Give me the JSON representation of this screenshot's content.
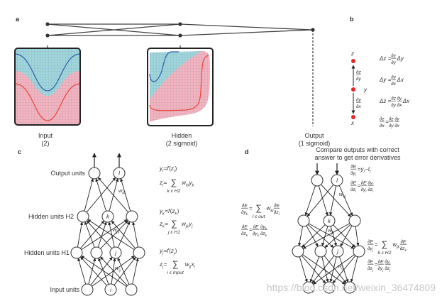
{
  "panels": {
    "a": "a",
    "b": "b",
    "c": "c",
    "d": "d"
  },
  "colors": {
    "blue_region": "#9fd6dc",
    "pink_region": "#f4b3bf",
    "blue_curve": "#2f5fae",
    "red_curve": "#e8453c",
    "node_red": "#e8252a",
    "line": "#333333"
  },
  "panel_a": {
    "input_label": "Input",
    "input_sub": "(2)",
    "hidden_label": "Hidden",
    "hidden_sub": "(2 sigmoid)",
    "output_label": "Output",
    "output_sub": "(1 sigmoid)"
  },
  "panel_b": {
    "nodes": [
      "z",
      "y",
      "x"
    ],
    "equations": [
      [
        "Δz = ",
        {
          "n": [
            "∂z"
          ],
          "d": [
            "∂y"
          ]
        },
        " Δy"
      ],
      [
        "Δy = ",
        {
          "n": [
            "∂y"
          ],
          "d": [
            "∂x"
          ]
        },
        " Δx"
      ],
      [
        "Δz = ",
        {
          "n": [
            "∂z"
          ],
          "d": [
            "∂y"
          ]
        },
        {
          "n": [
            "∂y"
          ],
          "d": [
            "∂x"
          ]
        },
        " Δx"
      ],
      [
        {
          "n": [
            "∂z"
          ],
          "d": [
            "∂x"
          ]
        },
        " = ",
        {
          "n": [
            "∂z"
          ],
          "d": [
            "∂y"
          ]
        },
        {
          "n": [
            "∂y"
          ],
          "d": [
            "∂x"
          ]
        }
      ]
    ],
    "edge_labels": [
      [
        {
          "n": [
            "∂z"
          ],
          "d": [
            "∂y"
          ]
        }
      ],
      [
        {
          "n": [
            "∂y"
          ],
          "d": [
            "∂x"
          ]
        }
      ]
    ]
  },
  "panel_c": {
    "layer_labels": [
      "Output units",
      "Hidden units H2",
      "Hidden units H1",
      "Input units"
    ],
    "node_labels": {
      "l": "l",
      "k": "k",
      "j": "j",
      "i": "i"
    },
    "weights": [
      {
        "v": "w",
        "s": "kl"
      },
      {
        "v": "w",
        "s": "jk"
      },
      {
        "v": "w",
        "s": "ij"
      }
    ],
    "equations": [
      [
        {
          "v": "y",
          "s": "l"
        },
        " = ",
        {
          "v": "f"
        },
        "(",
        {
          "v": "z",
          "s": "l"
        },
        ")"
      ],
      [
        {
          "v": "z",
          "s": "l"
        },
        " = ",
        {
          "sum": "k ε H2"
        },
        {
          "v": "w",
          "s": "kl"
        },
        " ",
        {
          "v": "y",
          "s": "k"
        }
      ],
      [
        {
          "v": "y",
          "s": "k"
        },
        " = ",
        {
          "v": "f"
        },
        "(",
        {
          "v": "z",
          "s": "k"
        },
        ")"
      ],
      [
        {
          "v": "z",
          "s": "k"
        },
        " = ",
        {
          "sum": "j ε H1"
        },
        {
          "v": "w",
          "s": "jk"
        },
        " ",
        {
          "v": "y",
          "s": "j"
        }
      ],
      [
        {
          "v": "y",
          "s": "j"
        },
        " = ",
        {
          "v": "f"
        },
        "(",
        {
          "v": "z",
          "s": "j"
        },
        ")"
      ],
      [
        {
          "v": "z",
          "s": "j"
        },
        " = ",
        {
          "sum": "i ε Input"
        },
        {
          "v": "w",
          "s": "ij"
        },
        " ",
        {
          "v": "x",
          "s": "i"
        }
      ]
    ]
  },
  "panel_d": {
    "caption_line1": "Compare outputs with correct",
    "caption_line2": "answer to get error derivatives",
    "node_labels": {
      "l": "l",
      "k": "k",
      "j": "j"
    },
    "weights": [
      {
        "v": "w",
        "s": "kl"
      },
      {
        "v": "w",
        "s": "jk"
      },
      {
        "v": "w",
        "s": "ij"
      }
    ],
    "equations": [
      [
        {
          "n": [
            "∂E"
          ],
          "d": [
            "∂",
            {
              "v": "y",
              "s": "l"
            }
          ]
        },
        " = ",
        {
          "v": "y",
          "s": "l"
        },
        " − ",
        {
          "v": "t",
          "s": "l"
        }
      ],
      [
        {
          "n": [
            "∂E"
          ],
          "d": [
            "∂",
            {
              "v": "z",
              "s": "l"
            }
          ]
        },
        " = ",
        {
          "n": [
            "∂E"
          ],
          "d": [
            "∂",
            {
              "v": "y",
              "s": "l"
            }
          ]
        },
        {
          "n": [
            "∂",
            {
              "v": "y",
              "s": "l"
            }
          ],
          "d": [
            "∂",
            {
              "v": "z",
              "s": "l"
            }
          ]
        }
      ],
      [
        {
          "n": [
            "∂E"
          ],
          "d": [
            "∂",
            {
              "v": "y",
              "s": "k"
            }
          ]
        },
        " = ",
        {
          "sum": "l ε out"
        },
        {
          "v": "w",
          "s": "kl"
        },
        " ",
        {
          "n": [
            "∂E"
          ],
          "d": [
            "∂",
            {
              "v": "z",
              "s": "l"
            }
          ]
        }
      ],
      [
        {
          "n": [
            "∂E"
          ],
          "d": [
            "∂",
            {
              "v": "z",
              "s": "k"
            }
          ]
        },
        " = ",
        {
          "n": [
            "∂E"
          ],
          "d": [
            "∂",
            {
              "v": "y",
              "s": "k"
            }
          ]
        },
        {
          "n": [
            "∂",
            {
              "v": "y",
              "s": "k"
            }
          ],
          "d": [
            "∂",
            {
              "v": "z",
              "s": "k"
            }
          ]
        }
      ],
      [
        {
          "n": [
            "∂E"
          ],
          "d": [
            "∂",
            {
              "v": "y",
              "s": "j"
            }
          ]
        },
        " = ",
        {
          "sum": "k ε H2"
        },
        {
          "v": "w",
          "s": "jk"
        },
        " ",
        {
          "n": [
            "∂E"
          ],
          "d": [
            "∂",
            {
              "v": "z",
              "s": "k"
            }
          ]
        }
      ],
      [
        {
          "n": [
            "∂E"
          ],
          "d": [
            "∂",
            {
              "v": "z",
              "s": "j"
            }
          ]
        },
        " = ",
        {
          "n": [
            "∂E"
          ],
          "d": [
            "∂",
            {
              "v": "y",
              "s": "j"
            }
          ]
        },
        {
          "n": [
            "∂",
            {
              "v": "y",
              "s": "j"
            }
          ],
          "d": [
            "∂",
            {
              "v": "z",
              "s": "j"
            }
          ]
        }
      ]
    ]
  },
  "watermark": "https://blog.csdn.net/weixin_36474809"
}
